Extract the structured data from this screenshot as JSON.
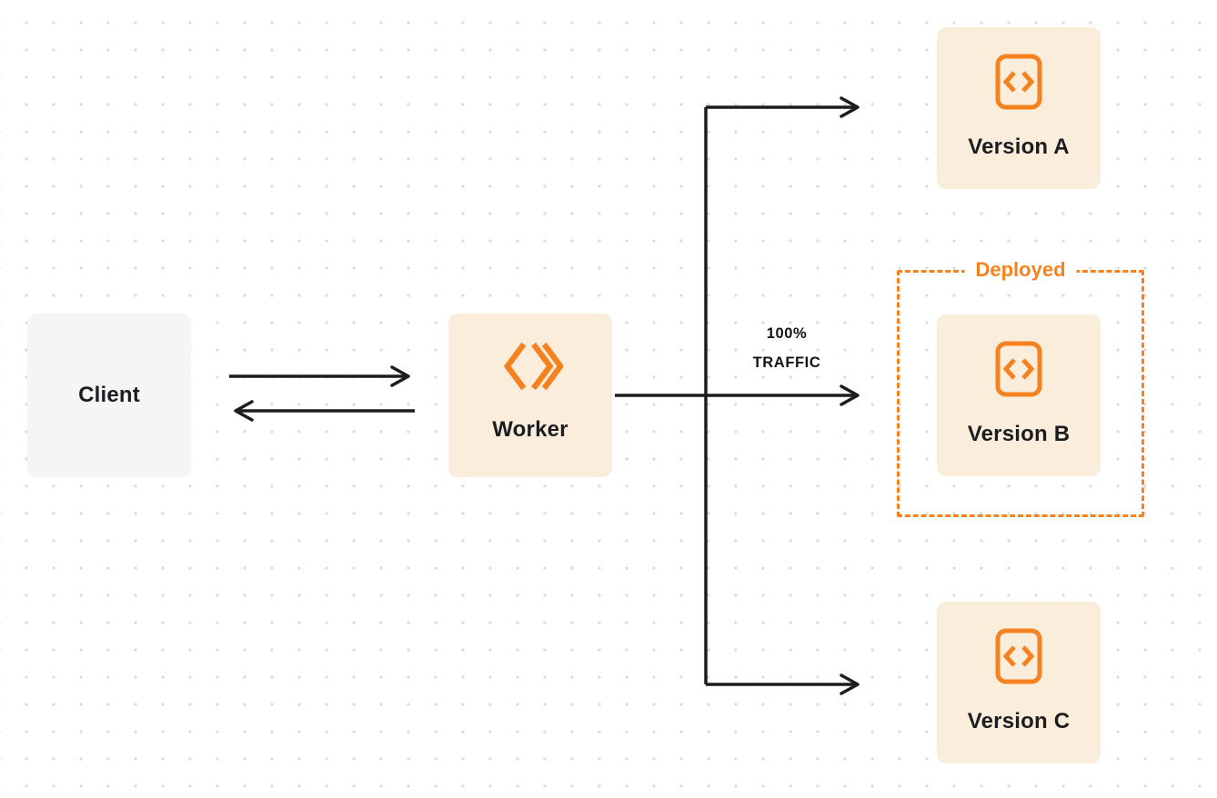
{
  "colors": {
    "accent_orange": "#F6821F",
    "node_cream": "#FBEDDC",
    "client_gray": "#F4F5F6",
    "text_dark": "#1B1D21",
    "arrow_black": "#1B1D21"
  },
  "nodes": {
    "client": {
      "label": "Client"
    },
    "worker": {
      "label": "Worker"
    },
    "versions": [
      {
        "label": "Version A"
      },
      {
        "label": "Version B"
      },
      {
        "label": "Version C"
      }
    ]
  },
  "annotations": {
    "deployed": "Deployed",
    "traffic_line1": "100%",
    "traffic_line2": "TRAFFIC"
  },
  "icons": {
    "worker": "workers-logo-icon",
    "version": "code-brackets-icon"
  }
}
